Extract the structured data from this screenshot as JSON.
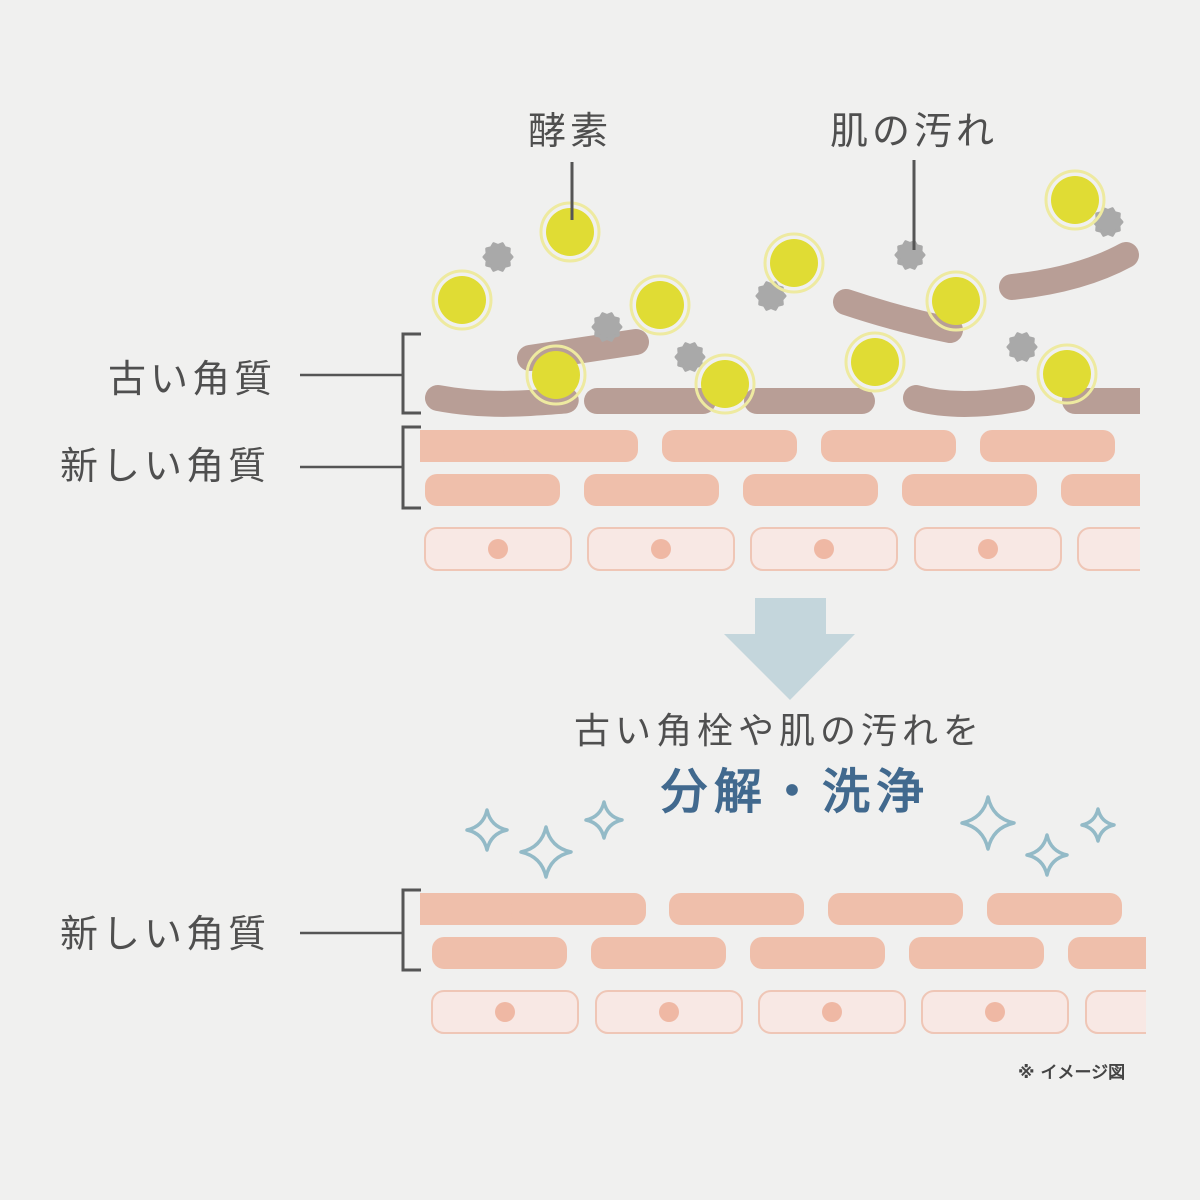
{
  "labels": {
    "enzyme": "酵素",
    "skin_dirt": "肌の汚れ",
    "old_keratin": "古い角質",
    "new_keratin_top": "新しい角質",
    "new_keratin_bottom": "新しい角質"
  },
  "caption": {
    "line1": "古い角栓や肌の汚れを",
    "line2": "分解・洗浄"
  },
  "note": "※ イメージ図",
  "colors": {
    "background": "#f0f0ef",
    "enzyme": "#e0dc34",
    "enzyme_ring": "#eeeaa0",
    "dirt": "#a9a9a9",
    "old_keratin": "#b89e96",
    "new_keratin": "#efbfab",
    "cell_fill": "#f8e8e4",
    "cell_border": "#efc6b6",
    "nucleus": "#efb8a4",
    "arrow": "#c4d6dc",
    "sparkle": "#93bac7",
    "headline": "#41698e",
    "text": "#4f4f4f"
  }
}
